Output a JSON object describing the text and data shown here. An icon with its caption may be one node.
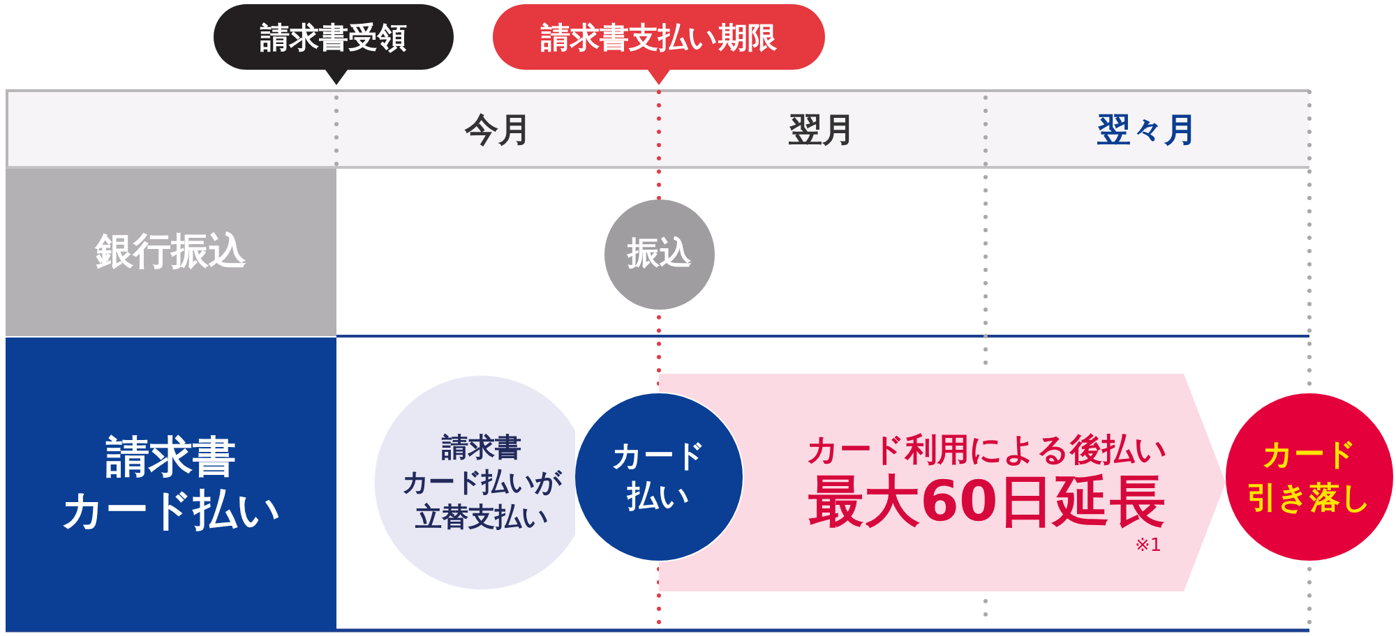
{
  "diagram": {
    "nodes": [
      {
        "text": [
          "請求書受領"
        ]
      },
      {
        "text": [
          "請求書支払い期限"
        ]
      },
      {
        "text": [
          "銀行振込"
        ]
      },
      {
        "text": [
          "振込"
        ]
      },
      {
        "text": [
          "請求書カード払い"
        ]
      },
      {
        "text": [
          "請求書カード払いが立替支払い"
        ]
      },
      {
        "text": [
          "カード払い"
        ]
      },
      {
        "text": [
          "カード利用による後払い",
          "最大60日延長",
          "※1"
        ]
      },
      {
        "text": [
          "カード引き落し"
        ]
      }
    ],
    "labels": [
      "今月",
      "翌月",
      "翌々月"
    ]
  }
}
